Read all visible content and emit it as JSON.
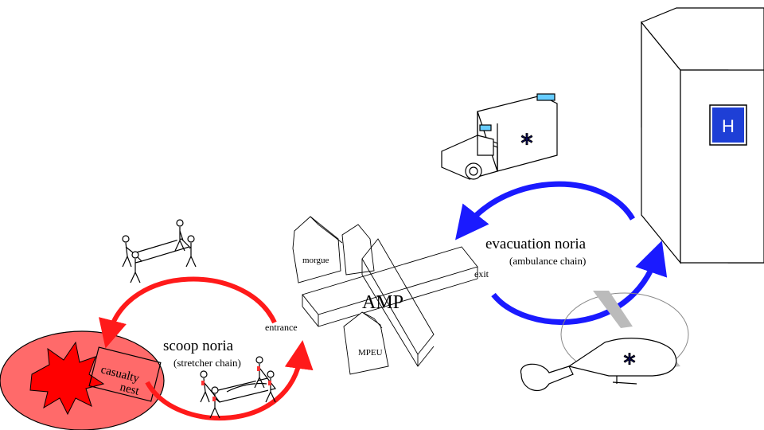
{
  "labels": {
    "scoop_noria": "scoop noria",
    "stretcher_chain": "(stretcher chain)",
    "evacuation_noria": "evacuation noria",
    "ambulance_chain": "(ambulance chain)",
    "entrance": "entrance",
    "exit": "exit",
    "amp": "AMP",
    "morgue": "morgue",
    "mpeu": "MPEU",
    "casualty_nest_line1": "casualty",
    "casualty_nest_line2": "nest",
    "hospital_sign": "H",
    "medical_star": "*"
  },
  "colors": {
    "scoop_arrow": "#ff1a1a",
    "evacuation_arrow": "#1a1aff",
    "casualty_zone_fill": "#ff6a6a",
    "explosion_fill": "#ff0000",
    "hospital_sign_bg": "#1e3fd6"
  },
  "icons": [
    "explosion-icon",
    "stretcher-bearers-icon",
    "ambulance-icon",
    "helicopter-icon",
    "hospital-building-icon",
    "tent-icon"
  ]
}
